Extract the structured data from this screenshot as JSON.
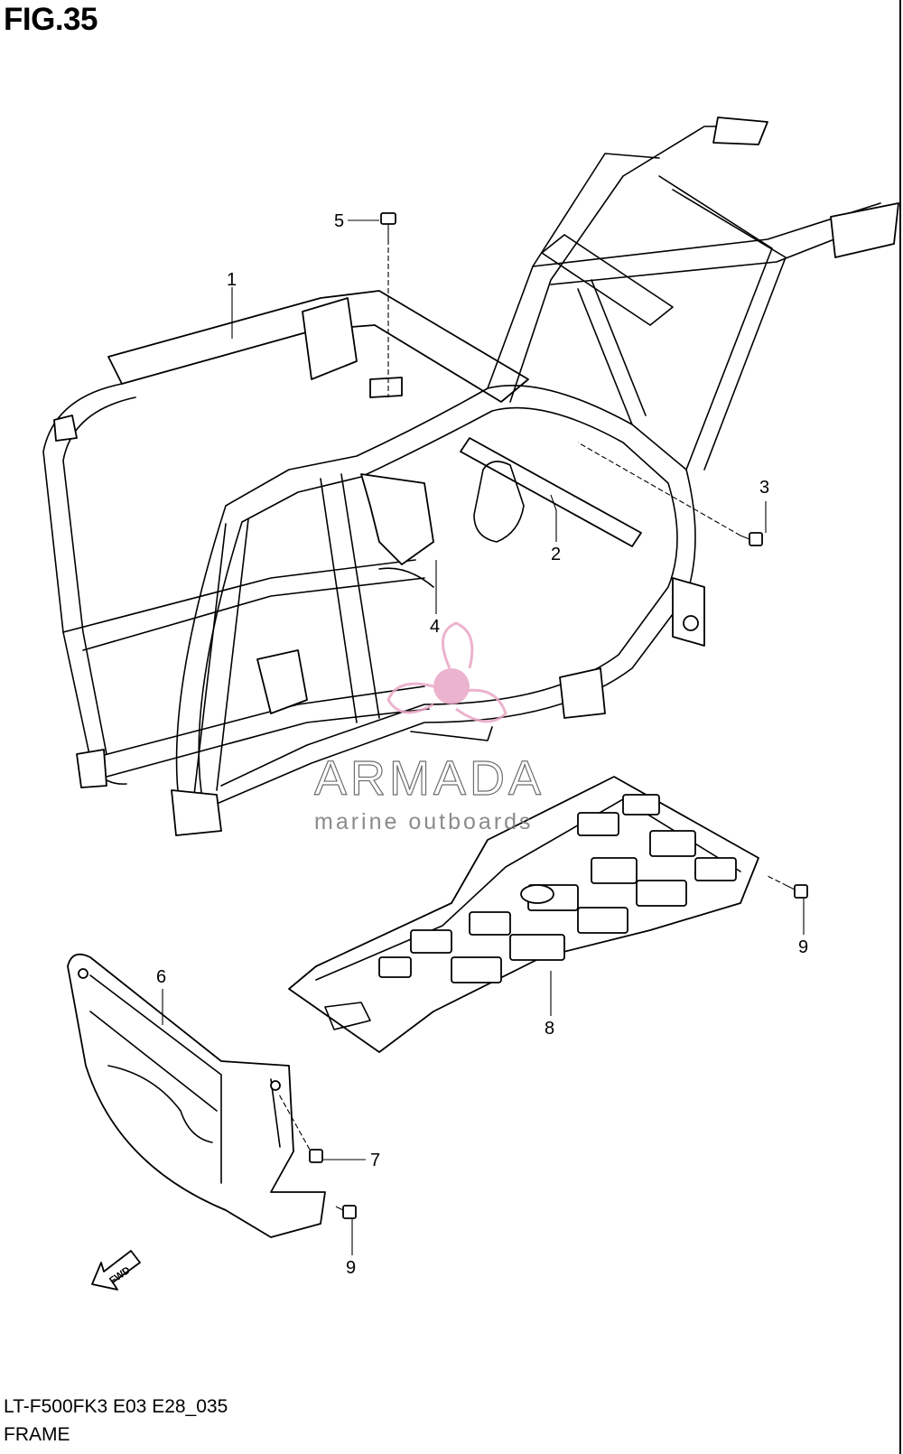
{
  "figure": {
    "title": "FIG.35"
  },
  "callouts": [
    {
      "id": "1",
      "label": "1"
    },
    {
      "id": "2",
      "label": "2"
    },
    {
      "id": "3",
      "label": "3"
    },
    {
      "id": "4",
      "label": "4"
    },
    {
      "id": "5",
      "label": "5"
    },
    {
      "id": "6",
      "label": "6"
    },
    {
      "id": "7",
      "label": "7"
    },
    {
      "id": "8",
      "label": "8"
    },
    {
      "id": "9a",
      "label": "9"
    },
    {
      "id": "9b",
      "label": "9"
    }
  ],
  "watermark": {
    "brand": "ARMADA",
    "tagline": "marine outboards",
    "color": "#e9a6c6"
  },
  "direction": {
    "label": "FWD"
  },
  "footer": {
    "model_code": "LT-F500FK3 E03 E28_035",
    "section_name": "FRAME"
  }
}
